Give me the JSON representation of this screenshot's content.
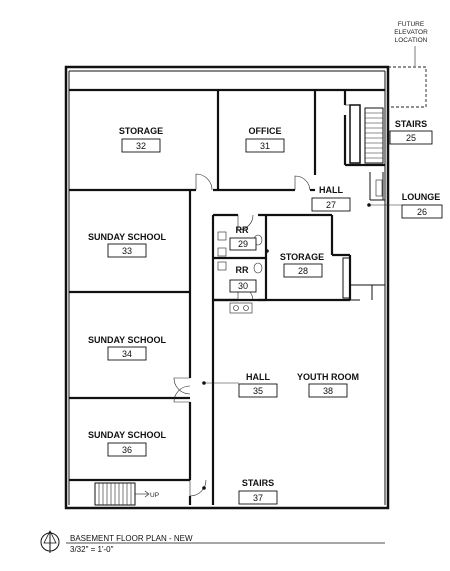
{
  "rooms": [
    {
      "key": "storage32",
      "name": "STORAGE",
      "number": "32"
    },
    {
      "key": "office31",
      "name": "OFFICE",
      "number": "31"
    },
    {
      "key": "stairs25",
      "name": "STAIRS",
      "number": "25"
    },
    {
      "key": "hall27",
      "name": "HALL",
      "number": "27"
    },
    {
      "key": "lounge26",
      "name": "LOUNGE",
      "number": "26"
    },
    {
      "key": "sunday33",
      "name": "SUNDAY SCHOOL",
      "number": "33"
    },
    {
      "key": "rr29",
      "name": "RR",
      "number": "29"
    },
    {
      "key": "storage28",
      "name": "STORAGE",
      "number": "28"
    },
    {
      "key": "rr30",
      "name": "RR",
      "number": "30"
    },
    {
      "key": "sunday34",
      "name": "SUNDAY SCHOOL",
      "number": "34"
    },
    {
      "key": "hall35",
      "name": "HALL",
      "number": "35"
    },
    {
      "key": "youth38",
      "name": "YOUTH ROOM",
      "number": "38"
    },
    {
      "key": "sunday36",
      "name": "SUNDAY SCHOOL",
      "number": "36"
    },
    {
      "key": "stairs37",
      "name": "STAIRS",
      "number": "37"
    }
  ],
  "elevator_note": [
    "FUTURE",
    "ELEVATOR",
    "LOCATION"
  ],
  "up_label": "UP",
  "title": "BASEMENT FLOOR PLAN - NEW",
  "scale": "3/32\" = 1'-0\""
}
